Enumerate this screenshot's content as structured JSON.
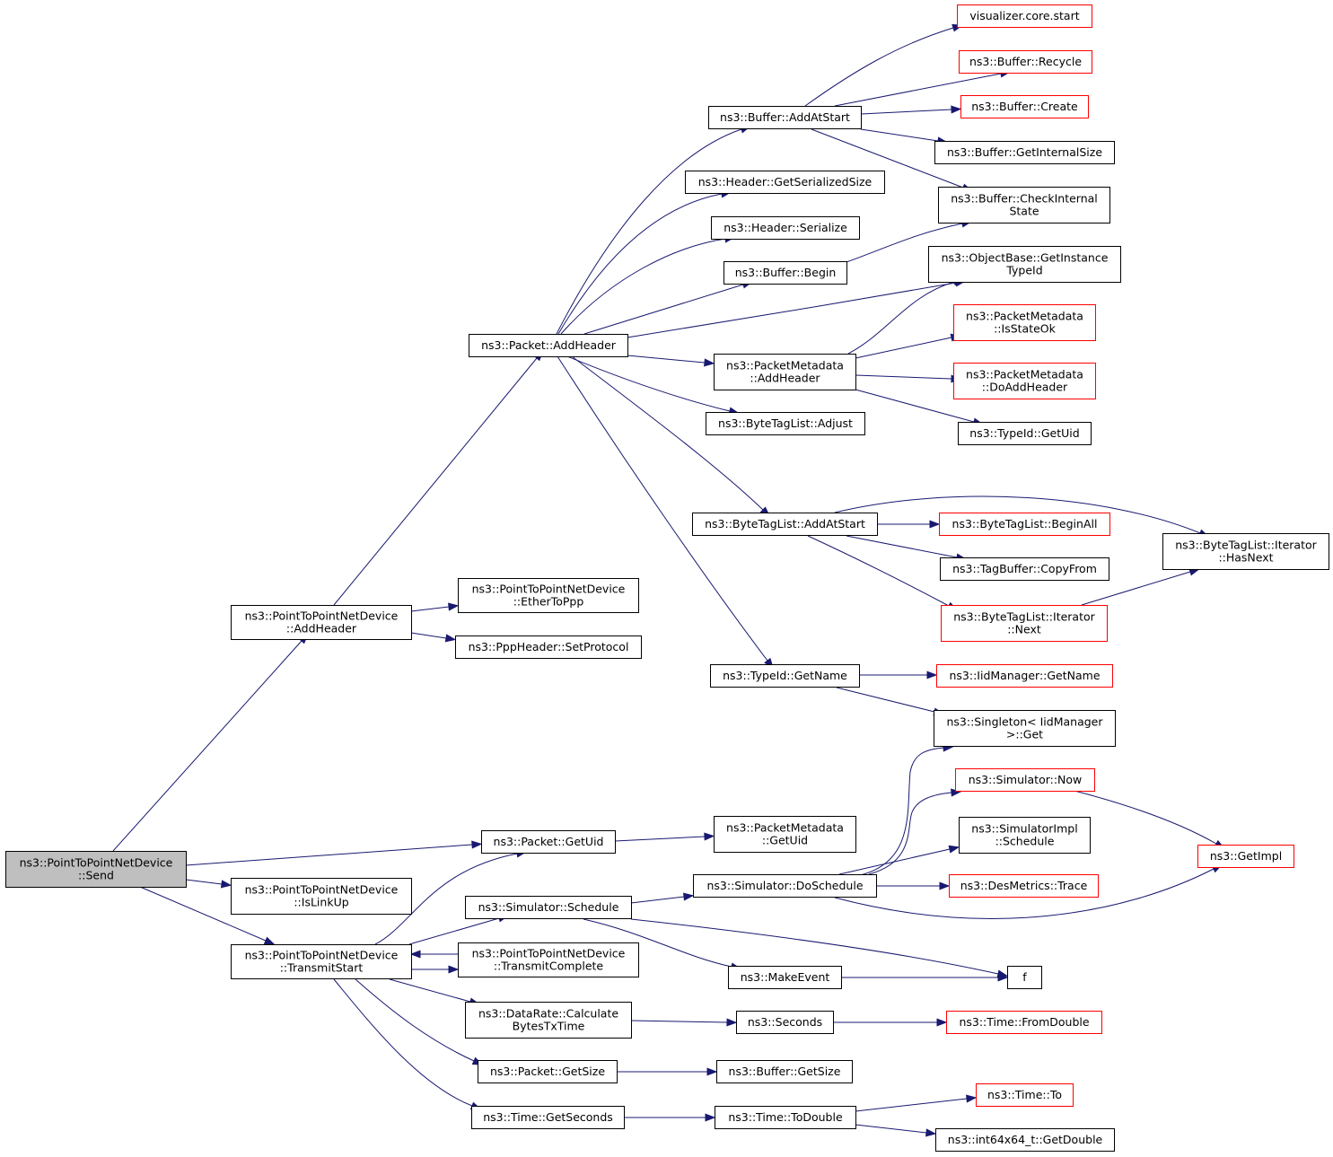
{
  "colors": {
    "edge": "#191970",
    "root_fill": "#bfbfbf",
    "red_border": "#ff0000",
    "black_border": "#000000"
  },
  "nodes": [
    {
      "id": "send",
      "lines": [
        "ns3::PointToPointNetDevice",
        "::Send"
      ],
      "style": "root"
    },
    {
      "id": "addheader_p2p",
      "lines": [
        "ns3::PointToPointNetDevice",
        "::AddHeader"
      ],
      "style": "normal"
    },
    {
      "id": "islinkup",
      "lines": [
        "ns3::PointToPointNetDevice",
        "::IsLinkUp"
      ],
      "style": "normal"
    },
    {
      "id": "transmitstart",
      "lines": [
        "ns3::PointToPointNetDevice",
        "::TransmitStart"
      ],
      "style": "normal"
    },
    {
      "id": "packet_addheader",
      "lines": [
        "ns3::Packet::AddHeader"
      ],
      "style": "normal"
    },
    {
      "id": "ethertoppp",
      "lines": [
        "ns3::PointToPointNetDevice",
        "::EtherToPpp"
      ],
      "style": "normal"
    },
    {
      "id": "setprotocol",
      "lines": [
        "ns3::PppHeader::SetProtocol"
      ],
      "style": "normal"
    },
    {
      "id": "packet_getuid",
      "lines": [
        "ns3::Packet::GetUid"
      ],
      "style": "normal"
    },
    {
      "id": "sim_schedule",
      "lines": [
        "ns3::Simulator::Schedule"
      ],
      "style": "normal"
    },
    {
      "id": "transmitcomplete",
      "lines": [
        "ns3::PointToPointNetDevice",
        "::TransmitComplete"
      ],
      "style": "normal"
    },
    {
      "id": "datarate",
      "lines": [
        "ns3::DataRate::Calculate",
        "BytesTxTime"
      ],
      "style": "normal"
    },
    {
      "id": "packet_getsize",
      "lines": [
        "ns3::Packet::GetSize"
      ],
      "style": "normal"
    },
    {
      "id": "time_getseconds",
      "lines": [
        "ns3::Time::GetSeconds"
      ],
      "style": "normal"
    },
    {
      "id": "buffer_addatstart",
      "lines": [
        "ns3::Buffer::AddAtStart"
      ],
      "style": "normal"
    },
    {
      "id": "header_getsersize",
      "lines": [
        "ns3::Header::GetSerializedSize"
      ],
      "style": "normal"
    },
    {
      "id": "header_serialize",
      "lines": [
        "ns3::Header::Serialize"
      ],
      "style": "normal"
    },
    {
      "id": "buffer_begin",
      "lines": [
        "ns3::Buffer::Begin"
      ],
      "style": "normal"
    },
    {
      "id": "pm_addheader",
      "lines": [
        "ns3::PacketMetadata",
        "::AddHeader"
      ],
      "style": "normal"
    },
    {
      "id": "btl_adjust",
      "lines": [
        "ns3::ByteTagList::Adjust"
      ],
      "style": "normal"
    },
    {
      "id": "btl_addatstart",
      "lines": [
        "ns3::ByteTagList::AddAtStart"
      ],
      "style": "normal"
    },
    {
      "id": "typeid_getname",
      "lines": [
        "ns3::TypeId::GetName"
      ],
      "style": "normal"
    },
    {
      "id": "pm_getuid",
      "lines": [
        "ns3::PacketMetadata",
        "::GetUid"
      ],
      "style": "normal"
    },
    {
      "id": "sim_doschedule",
      "lines": [
        "ns3::Simulator::DoSchedule"
      ],
      "style": "normal"
    },
    {
      "id": "makeevent",
      "lines": [
        "ns3::MakeEvent"
      ],
      "style": "normal"
    },
    {
      "id": "seconds",
      "lines": [
        "ns3::Seconds"
      ],
      "style": "normal"
    },
    {
      "id": "buffer_getsize",
      "lines": [
        "ns3::Buffer::GetSize"
      ],
      "style": "normal"
    },
    {
      "id": "time_todouble",
      "lines": [
        "ns3::Time::ToDouble"
      ],
      "style": "normal"
    },
    {
      "id": "viz_start",
      "lines": [
        "visualizer.core.start"
      ],
      "style": "red"
    },
    {
      "id": "buffer_recycle",
      "lines": [
        "ns3::Buffer::Recycle"
      ],
      "style": "red"
    },
    {
      "id": "buffer_create",
      "lines": [
        "ns3::Buffer::Create"
      ],
      "style": "red"
    },
    {
      "id": "buffer_getinternalsize",
      "lines": [
        "ns3::Buffer::GetInternalSize"
      ],
      "style": "normal"
    },
    {
      "id": "buffer_checkinternal",
      "lines": [
        "ns3::Buffer::CheckInternal",
        "State"
      ],
      "style": "normal"
    },
    {
      "id": "ob_getinstance",
      "lines": [
        "ns3::ObjectBase::GetInstance",
        "TypeId"
      ],
      "style": "normal"
    },
    {
      "id": "pm_isstateok",
      "lines": [
        "ns3::PacketMetadata",
        "::IsStateOk"
      ],
      "style": "red"
    },
    {
      "id": "pm_doaddheader",
      "lines": [
        "ns3::PacketMetadata",
        "::DoAddHeader"
      ],
      "style": "red"
    },
    {
      "id": "typeid_getuid",
      "lines": [
        "ns3::TypeId::GetUid"
      ],
      "style": "normal"
    },
    {
      "id": "btl_beginall",
      "lines": [
        "ns3::ByteTagList::BeginAll"
      ],
      "style": "red"
    },
    {
      "id": "tagbuffer_copyfrom",
      "lines": [
        "ns3::TagBuffer::CopyFrom"
      ],
      "style": "normal"
    },
    {
      "id": "btl_iter_next",
      "lines": [
        "ns3::ByteTagList::Iterator",
        "::Next"
      ],
      "style": "red"
    },
    {
      "id": "btl_iter_hasnext",
      "lines": [
        "ns3::ByteTagList::Iterator",
        "::HasNext"
      ],
      "style": "normal"
    },
    {
      "id": "iidmanager_getname",
      "lines": [
        "ns3::IidManager::GetName"
      ],
      "style": "red"
    },
    {
      "id": "singleton_get",
      "lines": [
        "ns3::Singleton< IidManager",
        ">::Get"
      ],
      "style": "normal"
    },
    {
      "id": "sim_now",
      "lines": [
        "ns3::Simulator::Now"
      ],
      "style": "red"
    },
    {
      "id": "simimpl_schedule",
      "lines": [
        "ns3::SimulatorImpl",
        "::Schedule"
      ],
      "style": "normal"
    },
    {
      "id": "desmetrics_trace",
      "lines": [
        "ns3::DesMetrics::Trace"
      ],
      "style": "red"
    },
    {
      "id": "getimpl",
      "lines": [
        "ns3::GetImpl"
      ],
      "style": "red"
    },
    {
      "id": "f",
      "lines": [
        "f"
      ],
      "style": "normal"
    },
    {
      "id": "time_fromdouble",
      "lines": [
        "ns3::Time::FromDouble"
      ],
      "style": "red"
    },
    {
      "id": "time_to",
      "lines": [
        "ns3::Time::To"
      ],
      "style": "red"
    },
    {
      "id": "int64_getdouble",
      "lines": [
        "ns3::int64x64_t::GetDouble"
      ],
      "style": "normal"
    }
  ],
  "edges": [
    {
      "from": "send",
      "to": "addheader_p2p"
    },
    {
      "from": "send",
      "to": "packet_getuid"
    },
    {
      "from": "send",
      "to": "islinkup"
    },
    {
      "from": "send",
      "to": "transmitstart"
    },
    {
      "from": "addheader_p2p",
      "to": "packet_addheader"
    },
    {
      "from": "addheader_p2p",
      "to": "ethertoppp"
    },
    {
      "from": "addheader_p2p",
      "to": "setprotocol"
    },
    {
      "from": "packet_addheader",
      "to": "buffer_addatstart"
    },
    {
      "from": "packet_addheader",
      "to": "header_getsersize"
    },
    {
      "from": "packet_addheader",
      "to": "header_serialize"
    },
    {
      "from": "packet_addheader",
      "to": "buffer_begin"
    },
    {
      "from": "packet_addheader",
      "to": "ob_getinstance"
    },
    {
      "from": "packet_addheader",
      "to": "pm_addheader"
    },
    {
      "from": "packet_addheader",
      "to": "btl_adjust"
    },
    {
      "from": "packet_addheader",
      "to": "btl_addatstart"
    },
    {
      "from": "packet_addheader",
      "to": "typeid_getname"
    },
    {
      "from": "buffer_addatstart",
      "to": "viz_start"
    },
    {
      "from": "buffer_addatstart",
      "to": "buffer_recycle"
    },
    {
      "from": "buffer_addatstart",
      "to": "buffer_create"
    },
    {
      "from": "buffer_addatstart",
      "to": "buffer_getinternalsize"
    },
    {
      "from": "buffer_addatstart",
      "to": "buffer_checkinternal"
    },
    {
      "from": "buffer_begin",
      "to": "buffer_checkinternal"
    },
    {
      "from": "pm_addheader",
      "to": "ob_getinstance"
    },
    {
      "from": "pm_addheader",
      "to": "pm_isstateok"
    },
    {
      "from": "pm_addheader",
      "to": "pm_doaddheader"
    },
    {
      "from": "pm_addheader",
      "to": "typeid_getuid"
    },
    {
      "from": "btl_addatstart",
      "to": "btl_iter_hasnext"
    },
    {
      "from": "btl_addatstart",
      "to": "btl_beginall"
    },
    {
      "from": "btl_addatstart",
      "to": "tagbuffer_copyfrom"
    },
    {
      "from": "btl_addatstart",
      "to": "btl_iter_next"
    },
    {
      "from": "btl_iter_next",
      "to": "btl_iter_hasnext"
    },
    {
      "from": "typeid_getname",
      "to": "iidmanager_getname"
    },
    {
      "from": "typeid_getname",
      "to": "singleton_get"
    },
    {
      "from": "packet_getuid",
      "to": "pm_getuid"
    },
    {
      "from": "transmitstart",
      "to": "packet_getuid"
    },
    {
      "from": "transmitstart",
      "to": "sim_schedule"
    },
    {
      "from": "transmitstart",
      "to": "transmitcomplete"
    },
    {
      "from": "transmitcomplete",
      "to": "transmitstart"
    },
    {
      "from": "transmitstart",
      "to": "datarate"
    },
    {
      "from": "transmitstart",
      "to": "packet_getsize"
    },
    {
      "from": "transmitstart",
      "to": "time_getseconds"
    },
    {
      "from": "sim_schedule",
      "to": "sim_doschedule"
    },
    {
      "from": "sim_schedule",
      "to": "makeevent"
    },
    {
      "from": "sim_schedule",
      "to": "f"
    },
    {
      "from": "sim_doschedule",
      "to": "singleton_get"
    },
    {
      "from": "sim_doschedule",
      "to": "sim_now"
    },
    {
      "from": "sim_doschedule",
      "to": "simimpl_schedule"
    },
    {
      "from": "sim_doschedule",
      "to": "desmetrics_trace"
    },
    {
      "from": "sim_doschedule",
      "to": "getimpl"
    },
    {
      "from": "sim_now",
      "to": "getimpl"
    },
    {
      "from": "makeevent",
      "to": "f"
    },
    {
      "from": "datarate",
      "to": "seconds"
    },
    {
      "from": "seconds",
      "to": "time_fromdouble"
    },
    {
      "from": "packet_getsize",
      "to": "buffer_getsize"
    },
    {
      "from": "time_getseconds",
      "to": "time_todouble"
    },
    {
      "from": "time_todouble",
      "to": "time_to"
    },
    {
      "from": "time_todouble",
      "to": "int64_getdouble"
    }
  ]
}
